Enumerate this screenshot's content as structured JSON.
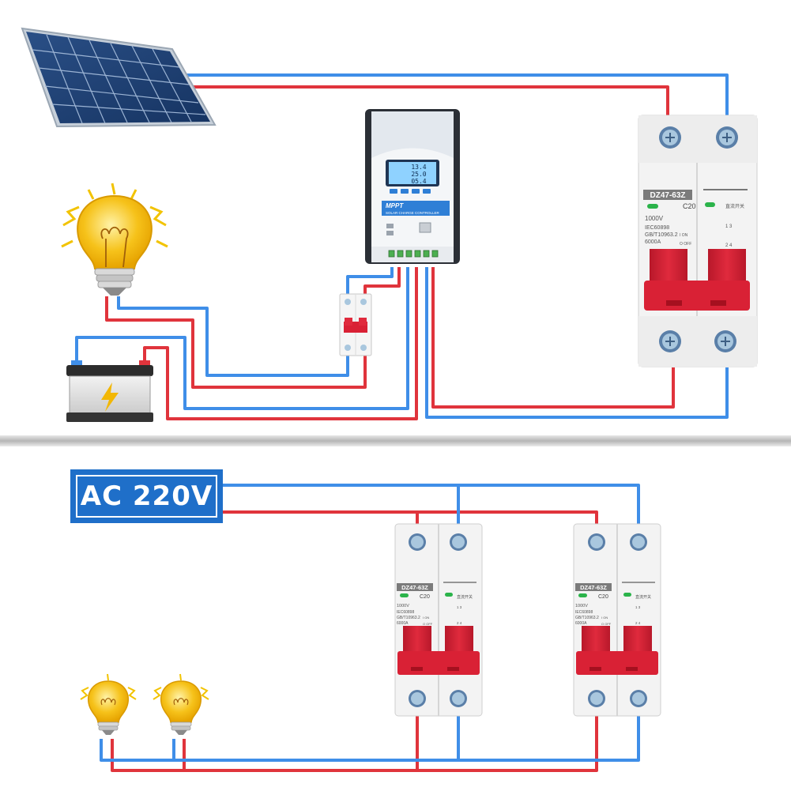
{
  "colors": {
    "positive_wire": "#e0343c",
    "negative_wire": "#3f8ee8",
    "breaker_handle": "#d92135",
    "label_box": "#1f6fc9",
    "bulb_yellow": "#f6c21a",
    "controller_blue": "#2f7fd6",
    "divider": "#c9c9c9"
  },
  "ac_label": "AC 220V",
  "controller": {
    "brand_text": "MPPT",
    "subtitle": "SOLAR CHARGE CONTROLLER",
    "display_lines": [
      "13.4",
      "25.0",
      "05.4"
    ]
  },
  "breaker_large": {
    "model": "DZ47-63Z",
    "rating": "C20",
    "voltage": "1000V",
    "standard_1": "IEC60898",
    "standard_2": "GB/T10963.2",
    "breaking": "6000A",
    "type_cn": "直流开关",
    "on_label": "I ON",
    "off_label": "O OFF",
    "terminals_top": "1 3",
    "terminals_bottom": "2 4"
  },
  "breaker_small": {
    "model": "DZ47-63Z",
    "rating": "C20",
    "voltage": "1000V",
    "standard_1": "IEC60898",
    "standard_2": "GB/T10963.2",
    "breaking": "6000A",
    "type_cn": "直流开关",
    "on_label": "I ON",
    "off_label": "O OFF",
    "terminals_top": "1 3",
    "terminals_bottom": "2 4"
  },
  "icons": [
    "solar-panel-icon",
    "light-bulb-icon",
    "battery-icon",
    "lightning-icon",
    "screw-terminal-icon"
  ]
}
